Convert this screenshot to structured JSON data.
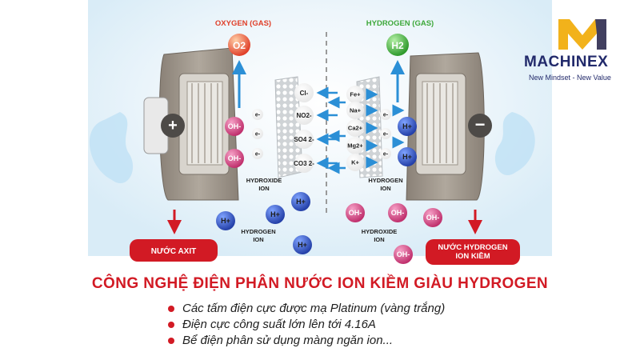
{
  "header": {
    "oxygen_label": "OXYGEN (GAS)",
    "hydrogen_label": "HYDROGEN (GAS)"
  },
  "molecules": {
    "o2": "O2",
    "h2": "H2"
  },
  "electrodes": {
    "anode_sign": "+",
    "cathode_sign": "−"
  },
  "ions": {
    "oh": "OH-",
    "h": "H+",
    "electron": "e-",
    "anions": [
      "Cl-",
      "NO2-",
      "SO4 2-",
      "CO3 2-"
    ],
    "cations": [
      "Fe+",
      "Na+",
      "Ca2+",
      "Mg2+",
      "K+"
    ]
  },
  "labels": {
    "hydroxide_ion_left": "HYDROXIDE\nION",
    "hydrogen_ion_right": "HYDROGEN\nION",
    "hydrogen_ion_bottom": "HYDROGEN\nION",
    "hydroxide_ion_bottom": "HYDROXIDE\nION"
  },
  "outputs": {
    "acid": "NƯỚC AXIT",
    "alkaline": "NƯỚC HYDROGEN\nION KIỀM"
  },
  "brand": {
    "name": "MACHINEX",
    "tagline": "New Mindset - New Value"
  },
  "title": "CÔNG NGHỆ ĐIỆN PHÂN NƯỚC ION KIỀM GIÀU HYDROGEN",
  "bullets": [
    "Các tấm điện cực được mạ Platinum (vàng trắng)",
    "Điện cực công suất lớn lên tới 4.16A",
    "Bể điện phân sử dụng màng ngăn ion..."
  ],
  "colors": {
    "red": "#d21a24",
    "oxygen_label": "#e0402a",
    "hydrogen_label": "#3ea83a",
    "arrow_blue": "#2b8fd6",
    "ion_blue": "#2f57c4",
    "ion_pink": "#d2407c",
    "brand_navy": "#222a6b",
    "brand_gold": "#f2b21b"
  }
}
